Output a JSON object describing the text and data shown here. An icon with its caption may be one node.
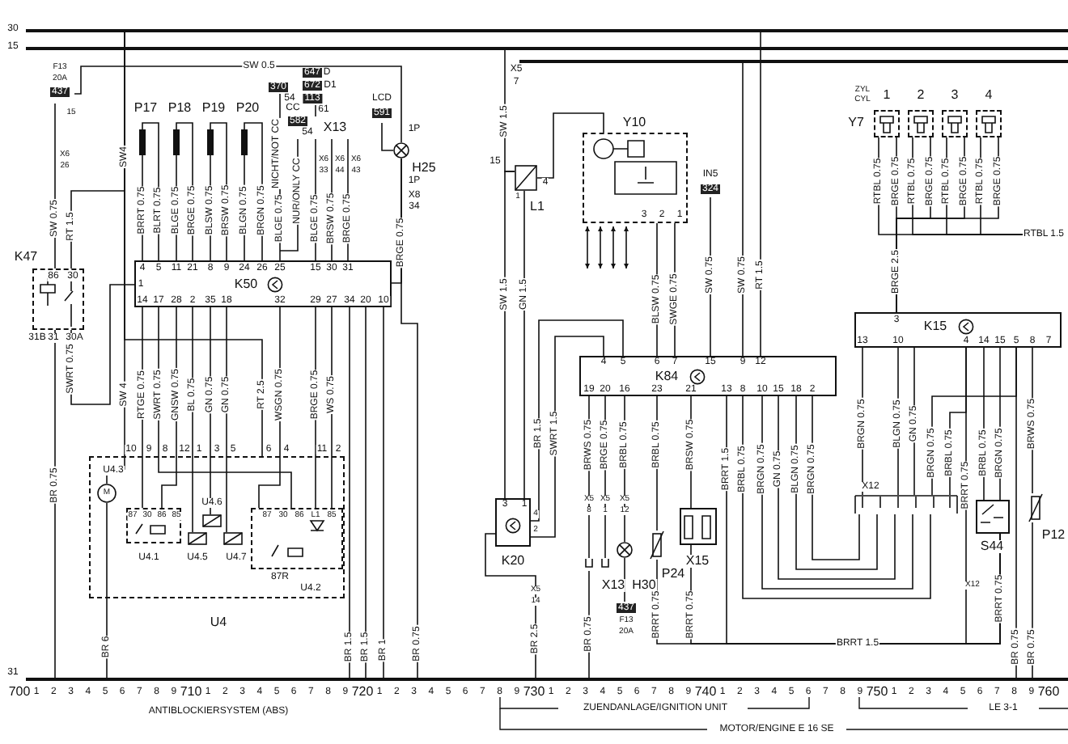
{
  "diagram": {
    "nodes": [
      {
        "text": [
          "F13",
          "20A",
          "437"
        ],
        "beside": [
          "15"
        ]
      },
      {
        "text": [
          "P17"
        ]
      },
      {
        "text": [
          "P18"
        ]
      },
      {
        "text": [
          "P19"
        ]
      },
      {
        "text": [
          "P20"
        ]
      },
      {
        "text": [
          "H25"
        ]
      },
      {
        "text": [
          "X13"
        ]
      },
      {
        "text": [
          "LCD",
          "591"
        ]
      },
      {
        "text": [
          "K47"
        ]
      },
      {
        "text": [
          "K50"
        ]
      },
      {
        "text": [
          "U4"
        ]
      },
      {
        "text": [
          "U4.3"
        ],
        "in": 10
      },
      {
        "text": [
          "U4.1"
        ],
        "in": 10
      },
      {
        "text": [
          "U4.5"
        ],
        "in": 10
      },
      {
        "text": [
          "U4.6"
        ],
        "in": 10
      },
      {
        "text": [
          "U4.7"
        ],
        "in": 10
      },
      {
        "text": [
          "U4.2"
        ],
        "in": 10
      },
      {
        "text": [
          "L1"
        ]
      },
      {
        "text": [
          "Y10"
        ]
      },
      {
        "text": [
          "IN5",
          "324"
        ]
      },
      {
        "text": [
          "K84"
        ]
      },
      {
        "text": [
          "K20"
        ]
      },
      {
        "text": [
          "X13"
        ]
      },
      {
        "text": [
          "H30"
        ]
      },
      {
        "text": [
          "P24"
        ]
      },
      {
        "text": [
          "X15"
        ]
      },
      {
        "text": [
          "437",
          "F13",
          "20A"
        ]
      },
      {
        "text": [
          "1"
        ]
      },
      {
        "text": [
          "2"
        ]
      },
      {
        "text": [
          "3"
        ]
      },
      {
        "text": [
          "4"
        ]
      },
      {
        "text": [
          "K15"
        ]
      },
      {
        "text": [
          "X12"
        ]
      },
      {
        "text": [
          "S44"
        ]
      },
      {
        "text": [
          "P12"
        ]
      },
      {
        "text": [],
        "shape": "bar"
      },
      {
        "text": [],
        "shape": "bar"
      },
      {
        "text": [],
        "shape": "bar"
      },
      {
        "text": [],
        "shape": "bar"
      },
      {
        "text": [
          "RTBL 1.5"
        ]
      }
    ],
    "edges": [
      {
        "from": 0,
        "to": 8,
        "arrow": "none",
        "label": "SW 0.75"
      },
      {
        "from": 0,
        "to": 5,
        "arrow": "none",
        "label": "SW 0.5"
      },
      {
        "from": 1,
        "to": 9,
        "arrow": "none",
        "label": "BRRT 0.75"
      },
      {
        "from": 1,
        "to": 9,
        "arrow": "none",
        "label": "BLRT 0.75"
      },
      {
        "from": 2,
        "to": 9,
        "arrow": "none",
        "label": "BLGE 0.75"
      },
      {
        "from": 2,
        "to": 9,
        "arrow": "none",
        "label": "BRGE 0.75"
      },
      {
        "from": 3,
        "to": 9,
        "arrow": "none",
        "label": "BLSW 0.75"
      },
      {
        "from": 3,
        "to": 9,
        "arrow": "none",
        "label": "BRSW 0.75"
      },
      {
        "from": 4,
        "to": 9,
        "arrow": "none",
        "label": "BLGN 0.75"
      },
      {
        "from": 4,
        "to": 9,
        "arrow": "none",
        "label": "BRGN 0.75"
      },
      {
        "from": 6,
        "to": 9,
        "arrow": "none",
        "label": "BLGE 0.75"
      },
      {
        "from": 6,
        "to": 9,
        "arrow": "none",
        "label": "BRSW 0.75"
      },
      {
        "from": 6,
        "to": 9,
        "arrow": "none",
        "label": "BRGE 0.75"
      },
      {
        "from": 7,
        "to": 5,
        "arrow": "none"
      },
      {
        "from": 5,
        "to": 9,
        "arrow": "none",
        "label": "BRGE 0.75"
      },
      {
        "from": 8,
        "to": 9,
        "arrow": "none",
        "label": "SWRT 0.75"
      },
      {
        "from": 9,
        "to": 10,
        "arrow": "none",
        "label": "RTGE 0.75"
      },
      {
        "from": 9,
        "to": 10,
        "arrow": "none",
        "label": "SWRT 0.75"
      },
      {
        "from": 9,
        "to": 10,
        "arrow": "none",
        "label": "GNSW 0.75"
      },
      {
        "from": 9,
        "to": 10,
        "arrow": "none",
        "label": "BL 0.75"
      },
      {
        "from": 9,
        "to": 10,
        "arrow": "none",
        "label": "GN 0.75"
      },
      {
        "from": 9,
        "to": 10,
        "arrow": "none",
        "label": "GN 0.75"
      },
      {
        "from": 9,
        "to": 10,
        "arrow": "none",
        "label": "WSGN 0.75"
      },
      {
        "from": 9,
        "to": 10,
        "arrow": "none",
        "label": "BRGE 0.75"
      },
      {
        "from": 9,
        "to": 10,
        "arrow": "none",
        "label": "WS 0.75"
      },
      {
        "from": 17,
        "to": 18,
        "arrow": "none"
      },
      {
        "from": 18,
        "to": 20,
        "arrow": "none",
        "label": "BLSW 0.75"
      },
      {
        "from": 18,
        "to": 20,
        "arrow": "none",
        "label": "SWGE 0.75"
      },
      {
        "from": 19,
        "to": 20,
        "arrow": "none",
        "label": "SW 0.75"
      },
      {
        "from": 21,
        "to": 20,
        "arrow": "none",
        "label": "BR 1.5"
      },
      {
        "from": 21,
        "to": 20,
        "arrow": "none",
        "label": "SWRT 1.5"
      },
      {
        "from": 17,
        "to": 21,
        "arrow": "none",
        "label": "SW 1.5"
      },
      {
        "from": 17,
        "to": 21,
        "arrow": "none",
        "label": "GN 1.5"
      },
      {
        "from": 20,
        "to": 22,
        "arrow": "none",
        "label": "BRWS 0.75"
      },
      {
        "from": 20,
        "to": 22,
        "arrow": "none",
        "label": "BRGE 0.75"
      },
      {
        "from": 20,
        "to": 23,
        "arrow": "none",
        "label": "BRBL 0.75"
      },
      {
        "from": 20,
        "to": 24,
        "arrow": "none",
        "label": "BRBL 0.75"
      },
      {
        "from": 20,
        "to": 25,
        "arrow": "none",
        "label": "BRSW 0.75"
      },
      {
        "from": 23,
        "to": 26,
        "arrow": "none"
      },
      {
        "from": 20,
        "to": 32,
        "arrow": "none",
        "label": "BRGN 0.75"
      },
      {
        "from": 20,
        "to": 32,
        "arrow": "none",
        "label": "BLGN 0.75"
      },
      {
        "from": 20,
        "to": 32,
        "arrow": "none",
        "label": "GN 0.75"
      },
      {
        "from": 20,
        "to": 32,
        "arrow": "none",
        "label": "BRGN 0.75"
      },
      {
        "from": 20,
        "to": 32,
        "arrow": "none",
        "label": "BRBL 0.75"
      },
      {
        "from": 27,
        "to": 31,
        "arrow": "none",
        "label": "BRGE 0.75"
      },
      {
        "from": 28,
        "to": 31,
        "arrow": "none",
        "label": "BRGE 0.75"
      },
      {
        "from": 29,
        "to": 31,
        "arrow": "none",
        "label": "BRGE 0.75"
      },
      {
        "from": 30,
        "to": 31,
        "arrow": "none",
        "label": "BRGE 0.75"
      },
      {
        "from": 31,
        "to": 32,
        "arrow": "none",
        "label": "BRGN 0.75"
      },
      {
        "from": 31,
        "to": 32,
        "arrow": "none",
        "label": "BLGN 0.75"
      },
      {
        "from": 31,
        "to": 32,
        "arrow": "none",
        "label": "GN 0.75"
      },
      {
        "from": 31,
        "to": 32,
        "arrow": "none",
        "label": "BRGN 0.75"
      },
      {
        "from": 31,
        "to": 32,
        "arrow": "none",
        "label": "BRBL 0.75"
      },
      {
        "from": 31,
        "to": 33,
        "arrow": "none",
        "label": "BRBL 0.75"
      },
      {
        "from": 31,
        "to": 33,
        "arrow": "none",
        "label": "BRGN 0.75"
      },
      {
        "from": 31,
        "to": 34,
        "arrow": "none",
        "label": "BRWS 0.75"
      },
      {
        "from": 35,
        "to": 10,
        "arrow": "none"
      },
      {
        "from": 8,
        "to": 35,
        "arrow": "none"
      },
      {
        "from": 35,
        "to": 10,
        "arrow": "none"
      },
      {
        "from": 35,
        "to": 20,
        "arrow": "none"
      },
      {
        "from": 36,
        "to": 17,
        "arrow": "none"
      },
      {
        "from": 37,
        "to": 20,
        "arrow": "none"
      },
      {
        "from": 8,
        "to": 38,
        "arrow": "none"
      },
      {
        "from": 11,
        "to": 38,
        "arrow": "none"
      },
      {
        "from": 9,
        "to": 38,
        "arrow": "none"
      },
      {
        "from": 9,
        "to": 38,
        "arrow": "none"
      },
      {
        "from": 9,
        "to": 38,
        "arrow": "none"
      },
      {
        "from": 5,
        "to": 38,
        "arrow": "none"
      },
      {
        "from": 21,
        "to": 38,
        "arrow": "none"
      },
      {
        "from": 22,
        "to": 38,
        "arrow": "none"
      },
      {
        "from": 31,
        "to": 38,
        "arrow": "none"
      },
      {
        "from": 34,
        "to": 38,
        "arrow": "none"
      },
      {
        "from": 20,
        "to": 33,
        "arrow": "none"
      },
      {
        "from": 24,
        "to": 33,
        "arrow": "none"
      },
      {
        "from": 25,
        "to": 33,
        "arrow": "none"
      },
      {
        "from": 31,
        "to": 33,
        "arrow": "none"
      },
      {
        "from": 27,
        "to": 39,
        "arrow": "none"
      },
      {
        "from": 28,
        "to": 39,
        "arrow": "none"
      },
      {
        "from": 29,
        "to": 39,
        "arrow": "none"
      },
      {
        "from": 30,
        "to": 39,
        "arrow": "none"
      }
    ],
    "labels": [
      "30",
      "15",
      "X6",
      "26",
      "SW4",
      "RT 1.5",
      "370",
      "54",
      "NICHT/NOT CC",
      "CC",
      "582",
      "54",
      "NUR/ONLY CC",
      "647",
      "D",
      "672",
      "D1",
      "113",
      "61",
      "X6",
      "33",
      "X6",
      "44",
      "X6",
      "43",
      "1P",
      "1P",
      "X8",
      "34",
      "BLGE 0.75",
      "4",
      "5",
      "11",
      "21",
      "8",
      "9",
      "24",
      "26",
      "25",
      "15",
      "30",
      "31",
      "1",
      "14",
      "17",
      "28",
      "2",
      "35",
      "18",
      "32",
      "29",
      "27",
      "34",
      "20",
      "10",
      "86",
      "30",
      "31B",
      "31",
      "30A",
      "BR 0.75",
      "SW 4",
      "RT 2.5",
      "10",
      "9",
      "8",
      "12",
      "1",
      "3",
      "5",
      "6",
      "4",
      "11",
      "2",
      "87",
      "30",
      "86",
      "85",
      "87",
      "30",
      "86",
      "L1",
      "85",
      "87R",
      "BR 6",
      "BR 1.5",
      "BR 1.5",
      "BR 1",
      "BR 0.75",
      "X5",
      "7",
      "SW 1.5",
      "15",
      "1",
      "4",
      "3",
      "2",
      "1",
      "SW 0.75",
      "RT 1.5",
      "4",
      "5",
      "6",
      "7",
      "15",
      "9",
      "12",
      "19",
      "20",
      "16",
      "23",
      "21",
      "13",
      "8",
      "10",
      "15",
      "18",
      "2",
      "3",
      "1",
      "4",
      "2",
      "BRRT 1.5",
      "X5",
      "8",
      "X5",
      "1",
      "X5",
      "12",
      "X5",
      "14",
      "BR 2.5",
      "BR 0.75",
      "BRRT 0.75",
      "BRRT 0.75",
      "BRRT 1.5",
      "ZYL",
      "CYL",
      "Y7",
      "RTBL 0.75",
      "RTBL 0.75",
      "RTBL 0.75",
      "RTBL 0.75",
      "BRGE 2.5",
      "3",
      "13",
      "10",
      "4",
      "14",
      "15",
      "5",
      "8",
      "7",
      "BRRT 0.75",
      "X12",
      "BRRT 0.75",
      "BR 0.75",
      "BR 0.75",
      "31",
      "700",
      "1",
      "2",
      "3",
      "4",
      "5",
      "6",
      "7",
      "8",
      "9",
      "710",
      "1",
      "2",
      "3",
      "4",
      "5",
      "6",
      "7",
      "8",
      "9",
      "720",
      "1",
      "2",
      "3",
      "4",
      "5",
      "6",
      "7",
      "8",
      "9",
      "730",
      "1",
      "2",
      "3",
      "4",
      "5",
      "6",
      "7",
      "8",
      "9",
      "740",
      "1",
      "2",
      "3",
      "4",
      "5",
      "6",
      "7",
      "8",
      "9",
      "750",
      "1",
      "2",
      "3",
      "4",
      "5",
      "6",
      "7",
      "8",
      "9",
      "760",
      "ANTIBLOCKIERSYSTEM (ABS)",
      "ZUENDANLAGE/IGNITION UNIT",
      "LE 3-1",
      "MOTOR/ENGINE E 16 SE",
      "M"
    ]
  }
}
